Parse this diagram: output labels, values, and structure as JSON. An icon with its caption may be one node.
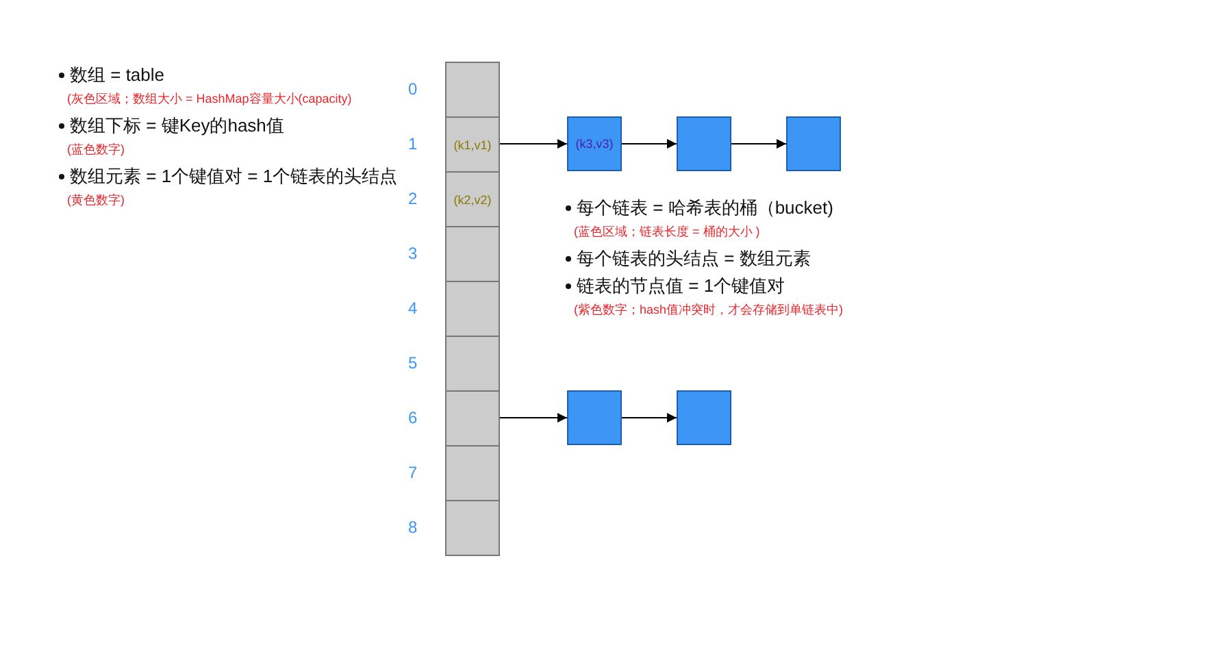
{
  "diagram": {
    "nodes": [
      {
        "text": [],
        "shape": "box"
      },
      {
        "text": [
          "(k1,v1)"
        ]
      },
      {
        "text": [
          "(k2,v2)"
        ]
      },
      {
        "text": [],
        "shape": "box"
      },
      {
        "text": [],
        "shape": "box"
      },
      {
        "text": [],
        "shape": "box"
      },
      {
        "text": [],
        "shape": "box"
      },
      {
        "text": [],
        "shape": "box"
      },
      {
        "text": [],
        "shape": "box"
      },
      {
        "text": [
          "(k3,v3)"
        ]
      },
      {
        "text": [],
        "shape": "box"
      },
      {
        "text": [],
        "shape": "box"
      },
      {
        "text": [],
        "shape": "box"
      },
      {
        "text": [],
        "shape": "box"
      }
    ],
    "edges": [
      {
        "from": 1,
        "to": 9,
        "arrow": "to"
      },
      {
        "from": 9,
        "to": 10,
        "arrow": "to"
      },
      {
        "from": 10,
        "to": 11,
        "arrow": "to"
      },
      {
        "from": 6,
        "to": 12,
        "arrow": "to"
      },
      {
        "from": 12,
        "to": 13,
        "arrow": "to"
      }
    ],
    "labels": [
      "0",
      "1",
      "2",
      "3",
      "4",
      "5",
      "6",
      "7",
      "8",
      "数组 = table",
      "(灰色区域；数组大小 = HashMap容量大小(capacity)",
      "数组下标 = 键Key的hash值",
      "(蓝色数字)",
      "数组元素 = 1个键值对 = 1个链表的头结点",
      "(黄色数字)",
      "每个链表 = 哈希表的桶（bucket)",
      "(蓝色区域；链表长度 = 桶的大小 )",
      "每个链表的头结点 = 数组元素",
      "链表的节点值 = 1个键值对",
      "(紫色数字；hash值冲突时，才会存储到单链表中)"
    ]
  }
}
